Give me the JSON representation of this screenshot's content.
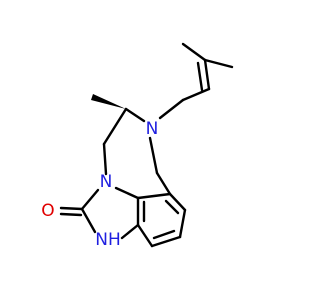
{
  "molecule": {
    "atoms": {
      "n_ring": {
        "symbol": "N",
        "color": "#1f1fe0"
      },
      "n_imid": {
        "symbol": "N",
        "color": "#1f1fe0"
      },
      "nh": {
        "symbol": "NH",
        "color": "#1f1fe0"
      },
      "o": {
        "symbol": "O",
        "color": "#e00000"
      }
    }
  }
}
